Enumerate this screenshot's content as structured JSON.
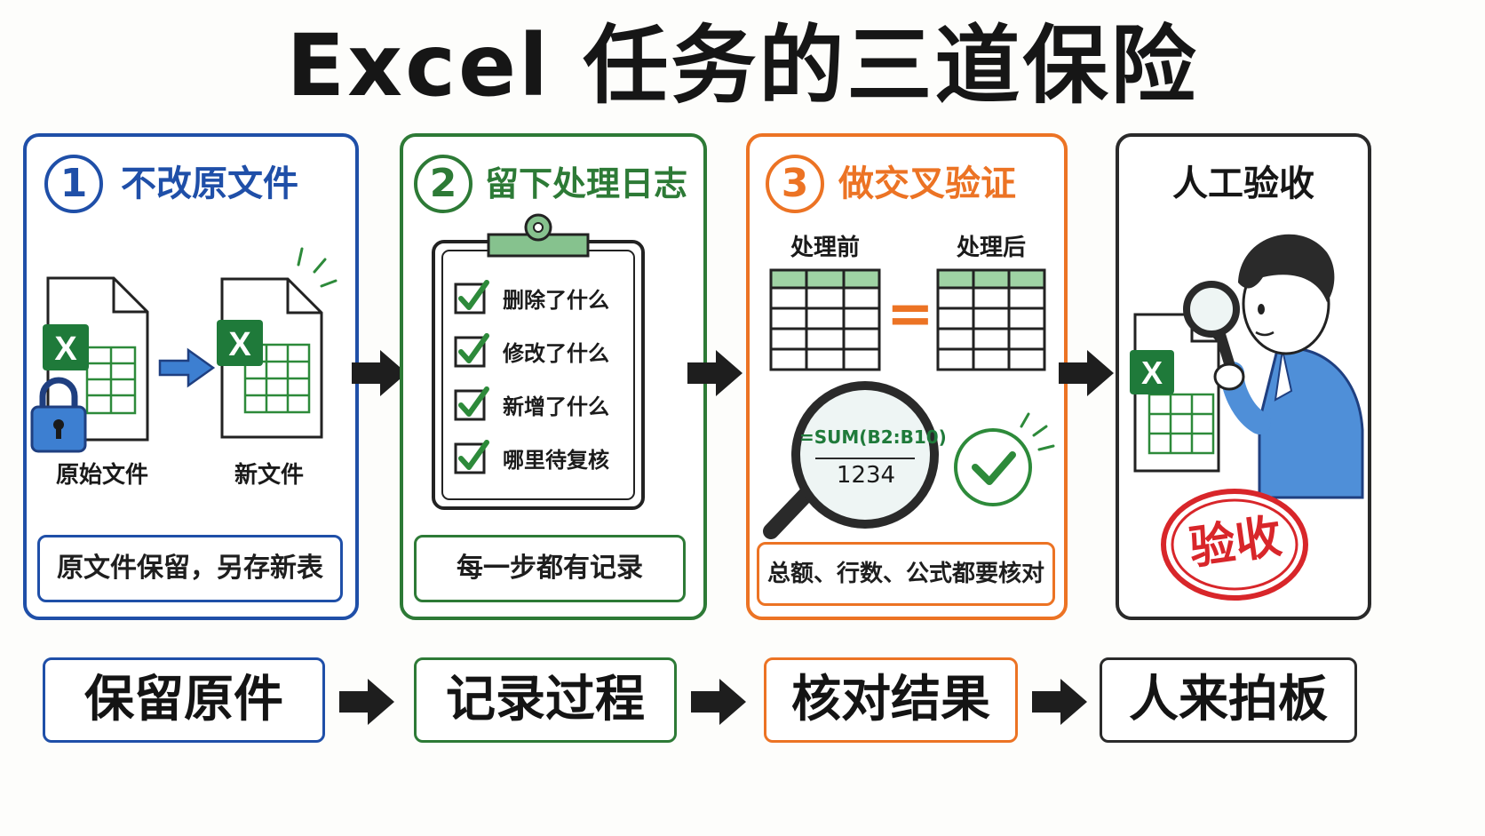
{
  "title": "Excel 任务的三道保险",
  "colors": {
    "blue": "#1f4fa8",
    "green": "#2d7a36",
    "orange": "#ec7324",
    "dark": "#2a2a2a",
    "red": "#d8262a"
  },
  "steps": [
    {
      "number": "1",
      "title": "不改原文件",
      "labels": [
        "原始文件",
        "新文件"
      ],
      "summary": "原文件保留，另存新表",
      "icons": [
        "excel-file-icon",
        "lock-icon",
        "arrow-right-icon",
        "excel-file-icon"
      ]
    },
    {
      "number": "2",
      "title": "留下处理日志",
      "checklist": [
        "删除了什么",
        "修改了什么",
        "新增了什么",
        "哪里待复核"
      ],
      "summary": "每一步都有记录",
      "icons": [
        "clipboard-icon",
        "checkbox-icon"
      ]
    },
    {
      "number": "3",
      "title": "做交叉验证",
      "before_label": "处理前",
      "after_label": "处理后",
      "equals": "=",
      "formula": "=SUM(B2:B10)",
      "result": "1234",
      "summary": "总额、行数、公式都要核对",
      "icons": [
        "table-icon",
        "magnifier-icon",
        "check-circle-icon"
      ]
    },
    {
      "title": "人工验收",
      "stamp": "验收",
      "icons": [
        "person-icon",
        "magnifier-icon",
        "excel-file-icon",
        "stamp-icon"
      ]
    }
  ],
  "bottom_flow": [
    "保留原件",
    "记录过程",
    "核对结果",
    "人来拍板"
  ]
}
